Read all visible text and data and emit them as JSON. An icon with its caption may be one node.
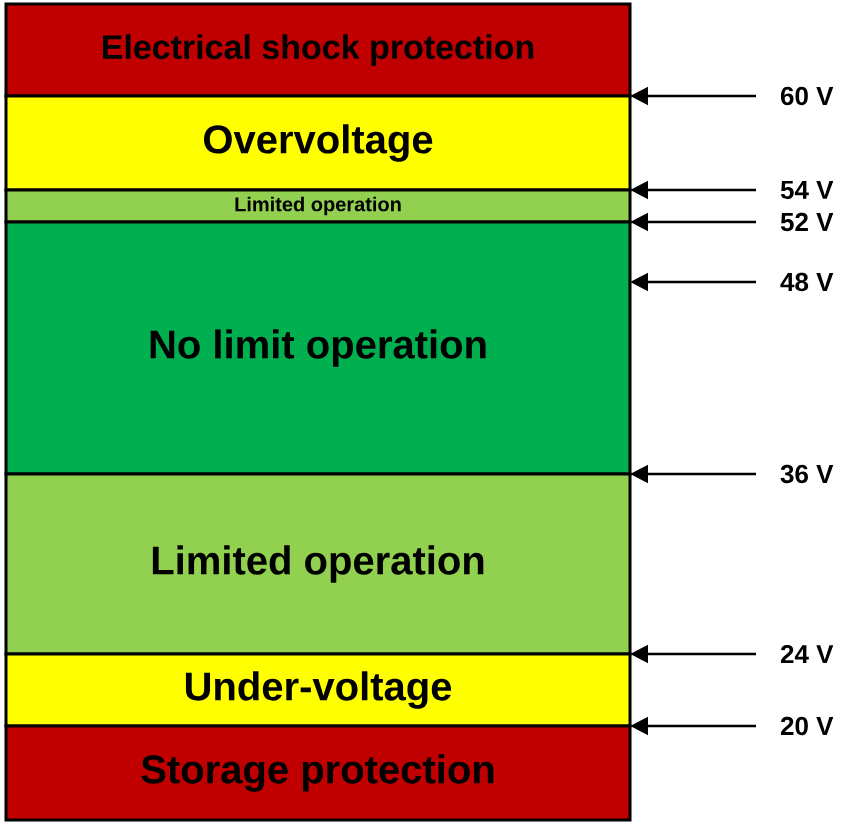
{
  "diagram": {
    "nodes": [
      {
        "text": [
          "Electrical shock protection"
        ]
      },
      {
        "text": [
          "Overvoltage"
        ]
      },
      {
        "text": [
          "Limited operation"
        ]
      },
      {
        "text": [
          "No limit operation"
        ]
      },
      {
        "text": [
          "Limited operation"
        ]
      },
      {
        "text": [
          "Under-voltage"
        ]
      },
      {
        "text": [
          "Storage protection"
        ]
      },
      {
        "text": [
          "60 V"
        ]
      },
      {
        "text": [
          "54 V"
        ]
      },
      {
        "text": [
          "52 V"
        ]
      },
      {
        "text": [
          "48 V"
        ]
      },
      {
        "text": [
          "36 V"
        ]
      },
      {
        "text": [
          "24 V"
        ]
      },
      {
        "text": [
          "20 V"
        ]
      }
    ],
    "edges": [
      {
        "from": 7,
        "to": 1,
        "arrow": "to"
      },
      {
        "from": 8,
        "to": 2,
        "arrow": "to"
      },
      {
        "from": 9,
        "to": 3,
        "arrow": "to"
      },
      {
        "from": 10,
        "to": 3,
        "arrow": "to"
      },
      {
        "from": 11,
        "to": 4,
        "arrow": "to"
      },
      {
        "from": 12,
        "to": 5,
        "arrow": "to"
      },
      {
        "from": 13,
        "to": 6,
        "arrow": "to"
      }
    ]
  }
}
